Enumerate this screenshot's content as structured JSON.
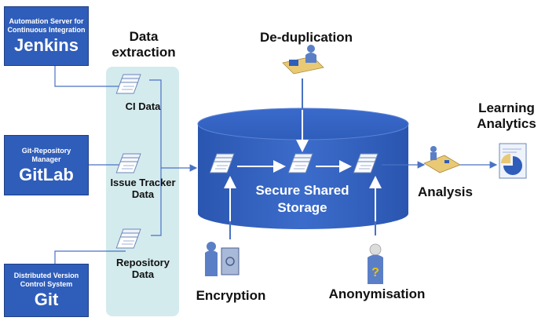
{
  "sources": [
    {
      "subtitle": "Automation Server for Continuous Integration",
      "name": "Jenkins"
    },
    {
      "subtitle": "Git-Repository Manager",
      "name": "GitLab"
    },
    {
      "subtitle": "Distributed Version Control System",
      "name": "Git"
    }
  ],
  "extraction": {
    "title": "Data extraction",
    "items": [
      "CI Data",
      "Issue Tracker Data",
      "Repository Data"
    ]
  },
  "storage": {
    "label": "Secure Shared Storage"
  },
  "processes": {
    "deduplication": "De-duplication",
    "encryption": "Encryption",
    "anonymisation": "Anonymisation",
    "analysis": "Analysis",
    "learning_analytics": "Learning Analytics"
  },
  "colors": {
    "source_box": "#2f5dba",
    "extraction_panel": "#cfe9ec",
    "storage": "#3060c0",
    "connector": "#4a72c4"
  },
  "icons": [
    "document-stack-icon",
    "person-at-desk-icon",
    "person-with-safe-icon",
    "person-with-question-icon",
    "analysis-chart-icon",
    "report-pie-icon"
  ]
}
